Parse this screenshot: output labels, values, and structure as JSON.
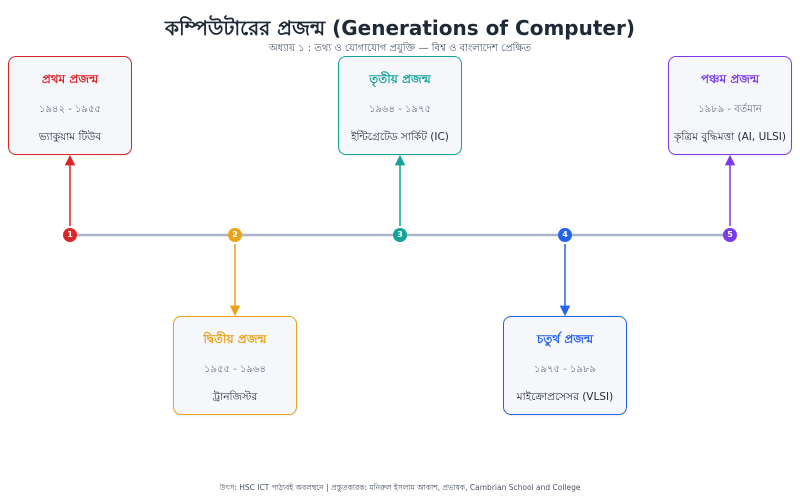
{
  "header": {
    "title": "কম্পিউটারের প্রজন্ম (Generations of Computer)",
    "subtitle": "অধ্যায় ১ : তথ্য ও যোগাযোগ প্রযুক্তি — বিশ্ব ও বাংলাদেশ প্রেক্ষিত"
  },
  "generations": [
    {
      "number": "1",
      "title": "প্রথম প্রজন্ম",
      "years": "১৯৪২ - ১৯৫৫",
      "technology": "ভ্যাকুয়াম টিউব",
      "color": "#dc2626"
    },
    {
      "number": "2",
      "title": "দ্বিতীয় প্রজন্ম",
      "years": "১৯৫৫ - ১৯৬৪",
      "technology": "ট্রানজিস্টর",
      "color": "#e8a317"
    },
    {
      "number": "3",
      "title": "তৃতীয় প্রজন্ম",
      "years": "১৯৬৪ - ১৯৭৫",
      "technology": "ইন্টিগ্রেটেড সার্কিট (IC)",
      "color": "#14a39a"
    },
    {
      "number": "4",
      "title": "চতুর্থ প্রজন্ম",
      "years": "১৯৭৫ - ১৯৮৯",
      "technology": "মাইক্রোপ্রসেসর (VLSI)",
      "color": "#2563eb"
    },
    {
      "number": "5",
      "title": "পঞ্চম প্রজন্ম",
      "years": "১৯৮৯ - বর্তমান",
      "technology": "কৃত্রিম বুদ্ধিমত্তা (AI, ULSI)",
      "color": "#7c3aed"
    }
  ],
  "footer": {
    "text": "উৎস: HSC ICT পাঠ্যবই অবলম্বনে  |  প্রস্তুতকারক: মনিরুল ইসলাম আকাশ, প্রভাষক, Cambrian School and College"
  }
}
